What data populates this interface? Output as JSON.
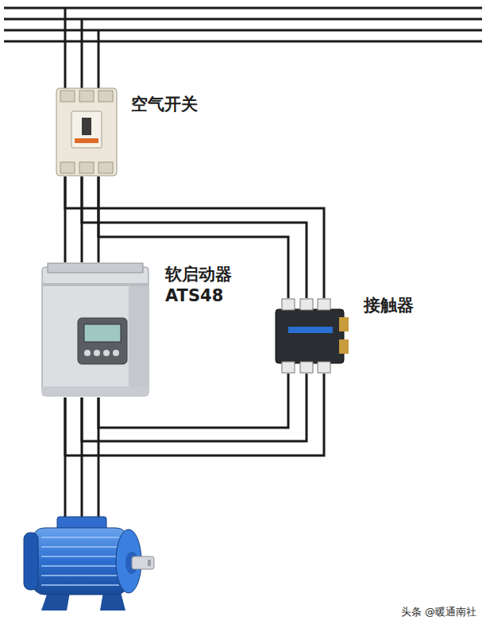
{
  "diagram": {
    "nodes": [
      {
        "text": [
          "空气开关"
        ]
      },
      {
        "text": [
          "软启动器 ATS48"
        ]
      },
      {
        "text": [
          "接触器"
        ]
      }
    ],
    "edges": [
      {
        "from": 0,
        "to": 1,
        "arrow": "none"
      },
      {
        "from": 0,
        "to": 2,
        "arrow": "none"
      },
      {
        "from": 2,
        "to": 1,
        "arrow": "none"
      }
    ],
    "labels": [
      "头条 @暖通南社"
    ]
  }
}
